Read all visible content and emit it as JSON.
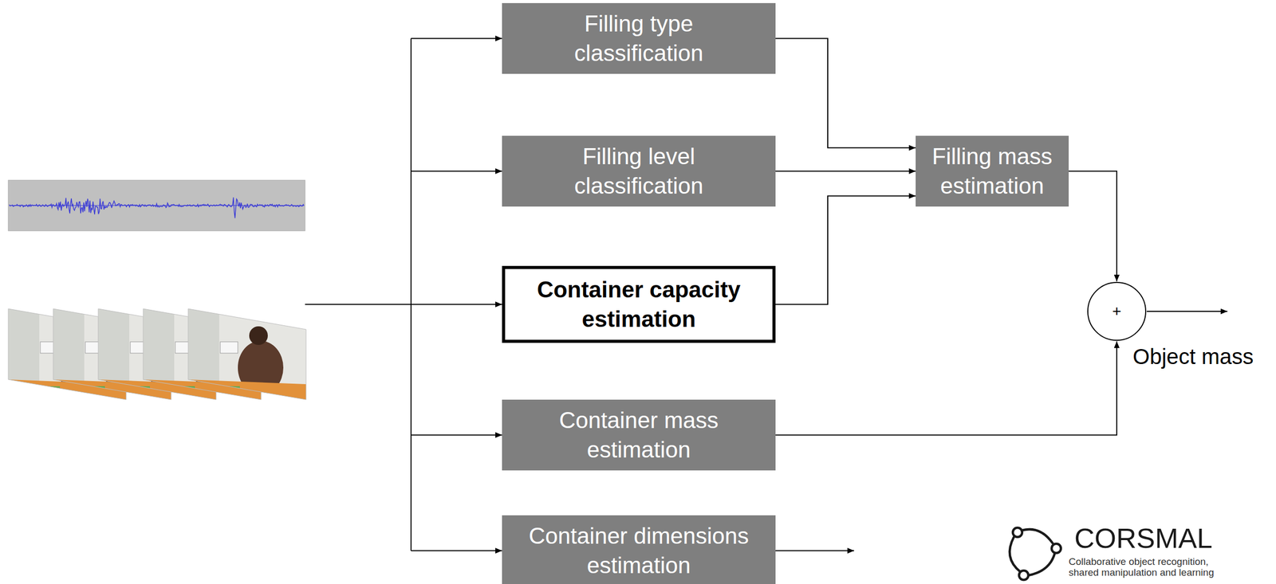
{
  "diagram": {
    "nodes": [
      {
        "text": [
          "Filling type classification"
        ]
      },
      {
        "text": [
          "Filling level classification"
        ]
      },
      {
        "text": [
          "Container capacity estimation"
        ]
      },
      {
        "text": [
          "Container mass estimation"
        ]
      },
      {
        "text": [
          "Container dimensions estimation"
        ]
      },
      {
        "text": [
          "Filling mass estimation"
        ]
      },
      {
        "text": [
          "+"
        ]
      }
    ],
    "edges": [
      {
        "from": 0,
        "to": 5,
        "arrow": "to"
      },
      {
        "from": 1,
        "to": 5,
        "arrow": "to"
      },
      {
        "from": 2,
        "to": 5,
        "arrow": "to"
      },
      {
        "from": 5,
        "to": 6,
        "arrow": "to"
      },
      {
        "from": 3,
        "to": 6,
        "arrow": "to"
      }
    ],
    "labels": [
      "Object mass",
      "CORSMAL",
      "Collaborative object recognition, shared manipulation and learning"
    ]
  }
}
